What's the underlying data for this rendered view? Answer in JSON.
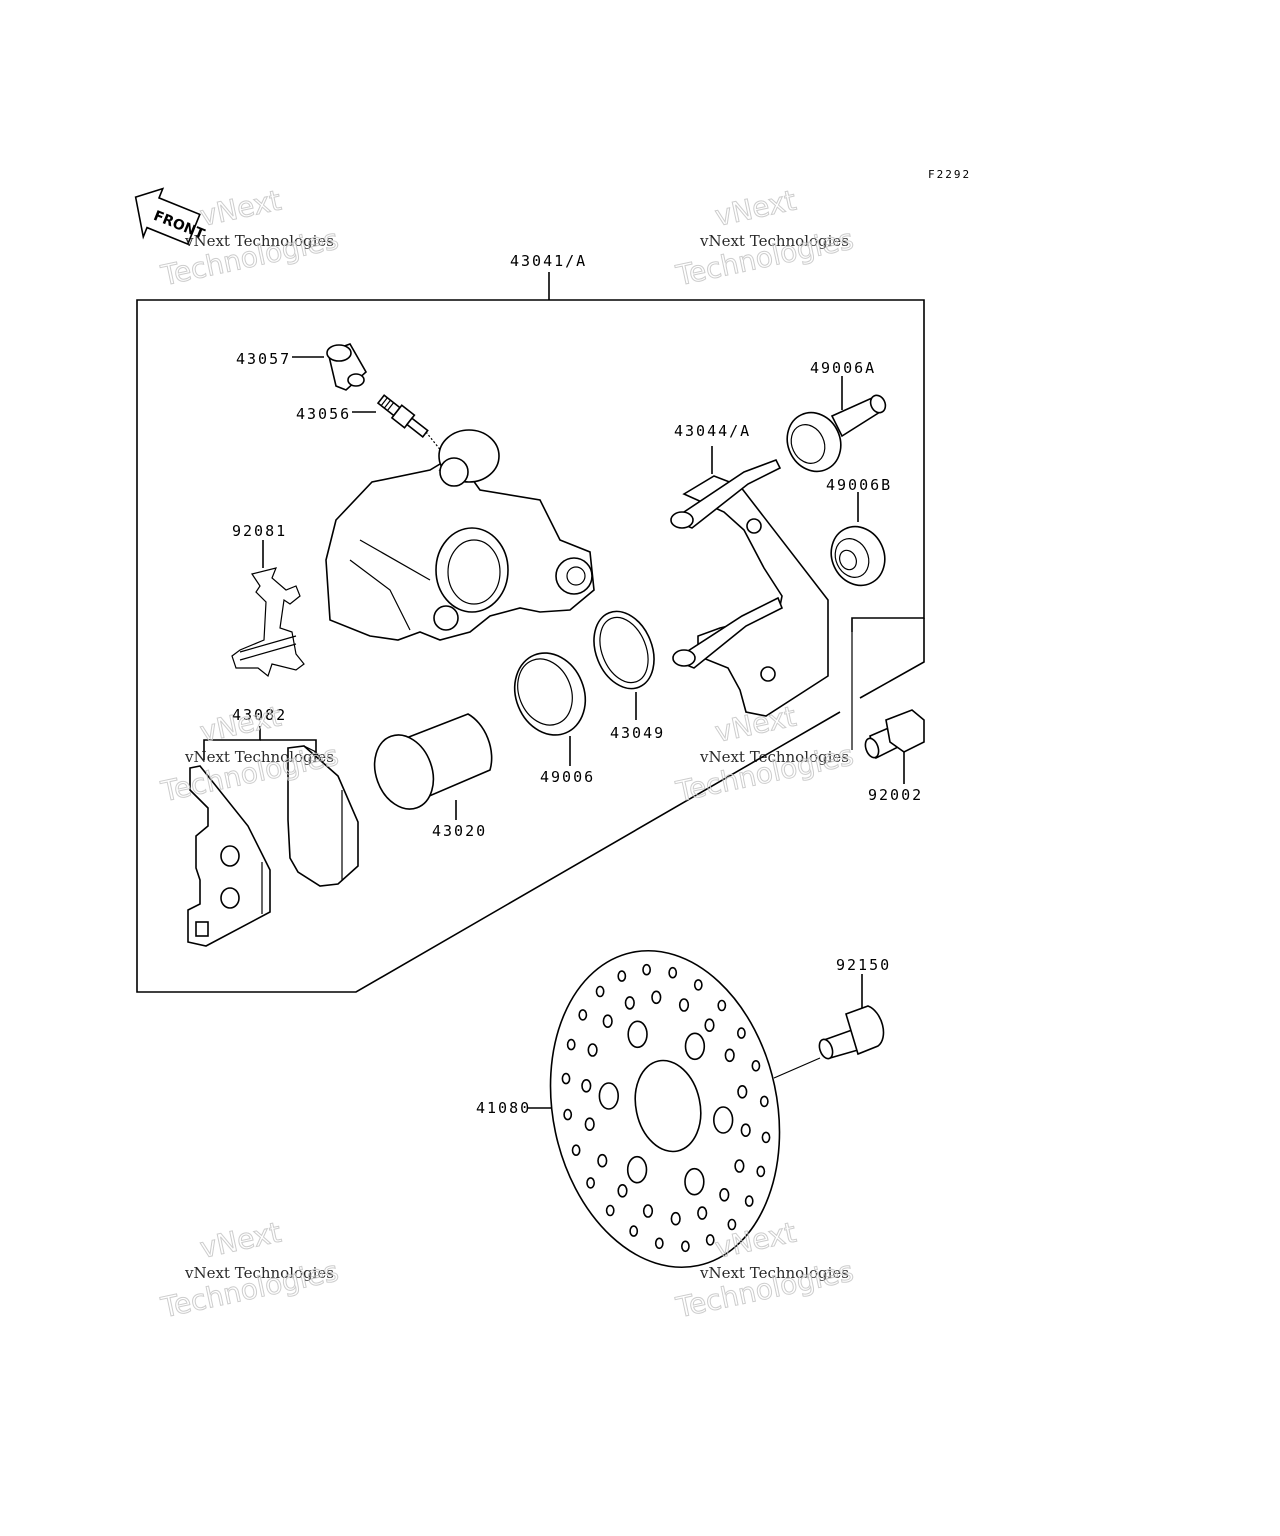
{
  "figure_code": "F2292",
  "front_label": "FRONT",
  "watermark": {
    "line1": "vNext Technologies",
    "line2": "vNext",
    "line3": "Technologies"
  },
  "parts": [
    {
      "id": "43041-a",
      "label": "43041/A"
    },
    {
      "id": "43057",
      "label": "43057"
    },
    {
      "id": "43056",
      "label": "43056"
    },
    {
      "id": "49006a",
      "label": "49006A"
    },
    {
      "id": "43044-a",
      "label": "43044/A"
    },
    {
      "id": "49006b",
      "label": "49006B"
    },
    {
      "id": "92081",
      "label": "92081"
    },
    {
      "id": "43082",
      "label": "43082"
    },
    {
      "id": "43049",
      "label": "43049"
    },
    {
      "id": "49006",
      "label": "49006"
    },
    {
      "id": "43020",
      "label": "43020"
    },
    {
      "id": "92002",
      "label": "92002"
    },
    {
      "id": "92150",
      "label": "92150"
    },
    {
      "id": "41080",
      "label": "41080"
    }
  ]
}
